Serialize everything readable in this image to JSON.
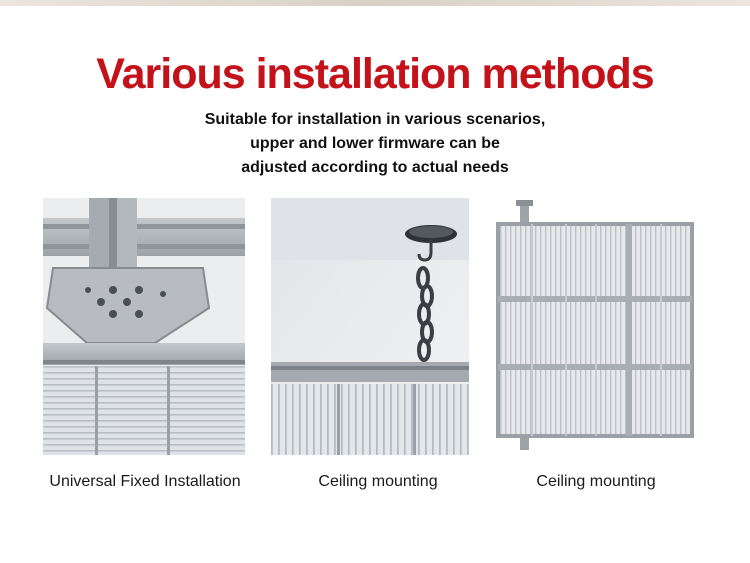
{
  "header": {
    "title": "Various installation methods",
    "subtitle_lines": [
      "Suitable for installation in various scenarios,",
      "upper and lower firmware can be",
      "adjusted according to actual needs"
    ]
  },
  "methods": [
    {
      "caption": "Universal Fixed Installation",
      "image": "bracket-joint-photo"
    },
    {
      "caption": "Ceiling mounting",
      "image": "chain-hung-screen-photo"
    },
    {
      "caption": "Ceiling mounting",
      "image": "suspended-screen-grid-photo"
    }
  ],
  "colors": {
    "title": "#c4121a",
    "text": "#111111",
    "metal": "#a9adb2",
    "screen": "#d9dde2"
  }
}
